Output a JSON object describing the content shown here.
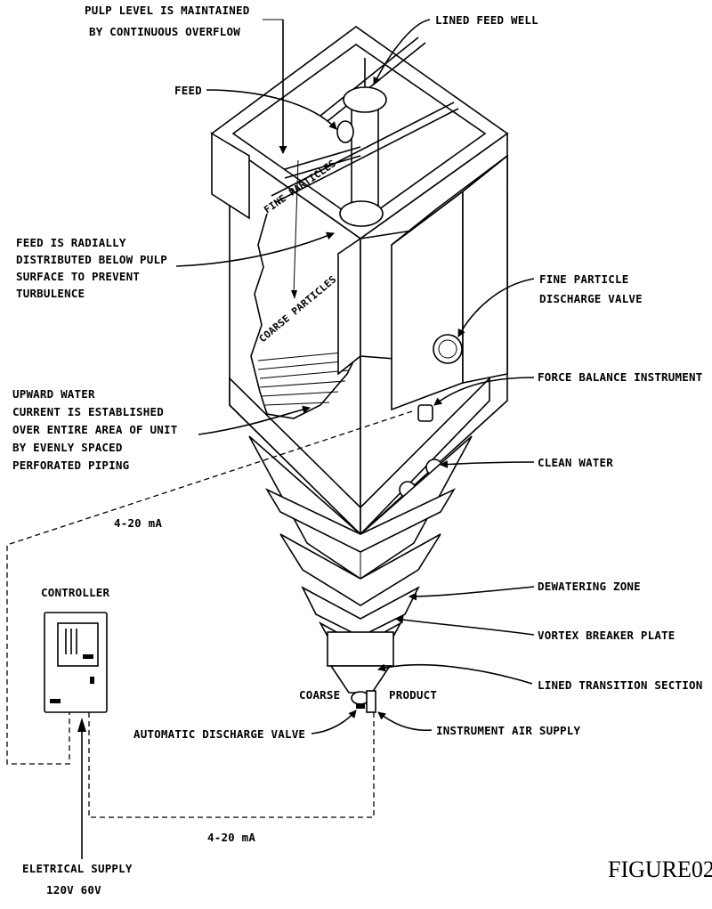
{
  "labels": {
    "pulp_level_1": "PULP LEVEL IS MAINTAINED",
    "pulp_level_2": "BY CONTINUOUS OVERFLOW",
    "lined_feed_well": "LINED FEED WELL",
    "feed": "FEED",
    "fine_particles": "FINE PARTICLES",
    "coarse_particles": "COARSE PARTICLES",
    "feed_dist_1": "FEED IS RADIALLY",
    "feed_dist_2": "DISTRIBUTED BELOW PULP",
    "feed_dist_3": "SURFACE TO PREVENT",
    "feed_dist_4": "TURBULENCE",
    "fine_valve_1": "FINE PARTICLE",
    "fine_valve_2": "DISCHARGE VALVE",
    "force_balance": "FORCE BALANCE INSTRUMENT",
    "upward_1": "UPWARD WATER",
    "upward_2": "CURRENT IS ESTABLISHED",
    "upward_3": "OVER ENTIRE AREA OF UNIT",
    "upward_4": "BY EVENLY SPACED",
    "upward_5": "PERFORATED PIPING",
    "clean_water": "CLEAN WATER",
    "signal_top": "4-20 mA",
    "controller": "CONTROLLER",
    "dewatering": "DEWATERING ZONE",
    "vortex": "VORTEX BREAKER PLATE",
    "lined_transition": "LINED TRANSITION SECTION",
    "coarse": "COARSE",
    "product": "PRODUCT",
    "auto_valve": "AUTOMATIC DISCHARGE VALVE",
    "air_supply": "INSTRUMENT AIR SUPPLY",
    "signal_bottom": "4-20 mA",
    "elec_1": "ELETRICAL SUPPLY",
    "elec_2": "120V 60V",
    "figure": "FIGURE02"
  }
}
